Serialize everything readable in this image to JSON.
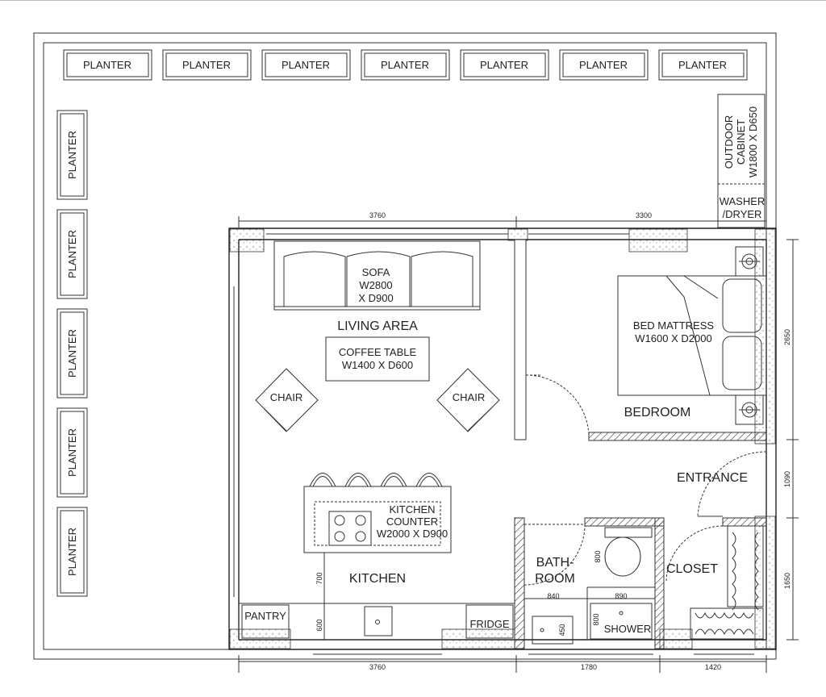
{
  "planter_label": "PLANTER",
  "planters_top_count": 7,
  "planters_left_count": 5,
  "rooms": {
    "living": "LIVING AREA",
    "bedroom": "BEDROOM",
    "entrance": "ENTRANCE",
    "kitchen": "KITCHEN",
    "bathroom_1": "BATH-",
    "bathroom_2": "ROOM",
    "closet": "CLOSET"
  },
  "furniture": {
    "sofa": [
      "SOFA",
      "W2800",
      "X D900"
    ],
    "coffee_table": [
      "COFFEE TABLE",
      "W1400 X D600"
    ],
    "chair": "CHAIR",
    "bed": [
      "BED MATTRESS",
      "W1600 X D2000"
    ],
    "kitchen_counter": [
      "KITCHEN",
      "COUNTER",
      "W2000 X D900"
    ],
    "pantry": "PANTRY",
    "fridge": "FRIDGE",
    "shower": "SHOWER",
    "outdoor_cabinet": [
      "OUTDOOR",
      "CABINET",
      "W1800 X D650"
    ],
    "washer": [
      "WASHER",
      "/DRYER"
    ]
  },
  "dimensions": {
    "top_left": "3760",
    "top_right": "3300",
    "bottom_left": "3760",
    "bottom_mid": "1780",
    "bottom_right": "1420",
    "right_top": "2650",
    "right_mid": "1090",
    "right_bottom": "1650",
    "kitchen_700": "700",
    "kitchen_600": "600",
    "bath_840": "840",
    "bath_890": "890",
    "bath_800": "800",
    "bath_450": "450",
    "wc_800": "800"
  }
}
